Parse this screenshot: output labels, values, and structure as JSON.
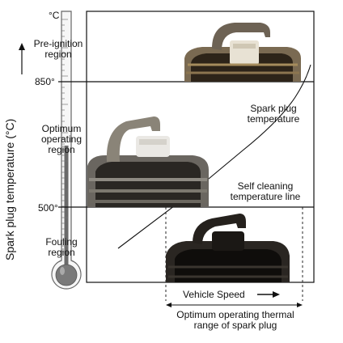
{
  "thermometer": {
    "unit": "°C",
    "marks": [
      "850°",
      "500°"
    ],
    "regions": [
      {
        "lines": [
          "Pre-ignition",
          "region"
        ]
      },
      {
        "lines": [
          "Optimum",
          "operating",
          "region"
        ]
      },
      {
        "lines": [
          "Fouling",
          "region"
        ]
      }
    ]
  },
  "axis_label": "Spark plug temperature (°C)",
  "annotations": {
    "spark_plug_temperature": [
      "Spark plug",
      "temperature"
    ],
    "self_cleaning_line": [
      "Self cleaning",
      "temperature line"
    ],
    "vehicle_speed": "Vehicle Speed",
    "optimum_range": [
      "Optimum operating thermal",
      "range of spark plug"
    ]
  }
}
